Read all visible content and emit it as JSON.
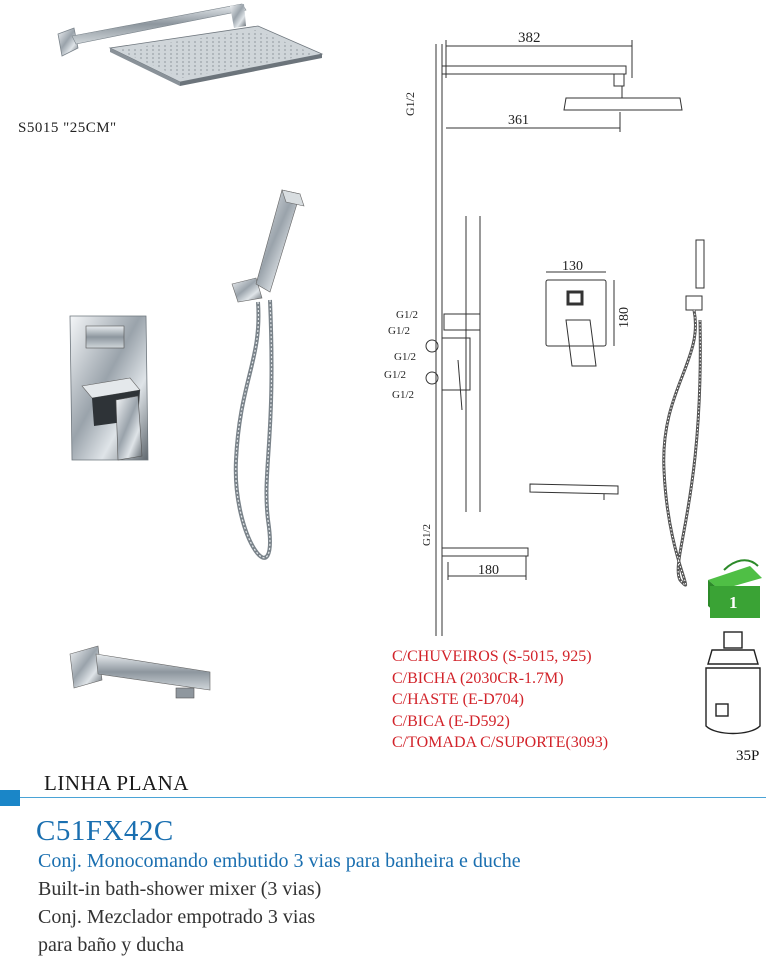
{
  "product_images": {
    "shower_head_model": "S5015 \"25CM\""
  },
  "diagram": {
    "dim_top": "382",
    "dim_arm": "361",
    "dim_panel_width": "130",
    "dim_panel_height": "180",
    "dim_spout": "180",
    "thread_top": "G1/2",
    "thread_1": "G1/2",
    "thread_2": "G1/2",
    "thread_3": "G1/2",
    "thread_4": "G1/2",
    "thread_5": "G1/2",
    "thread_bottom": "G1/2"
  },
  "components": [
    "C/CHUVEIROS (S-5015, 925)",
    "C/BICHA (2030CR-1.7M)",
    "C/HASTE (E-D704)",
    "C/BICA (E-D592)",
    "C/TOMADA C/SUPORTE(3093)"
  ],
  "cartridge": {
    "box_number": "1",
    "label": "35P"
  },
  "section": {
    "title": "LINHA PLANA"
  },
  "product": {
    "code": "C51FX42C",
    "desc_pt": "Conj. Monocomando embutido 3 vias para banheira e duche",
    "desc_en": "Built-in bath-shower mixer (3 vias)",
    "desc_es_1": "Conj. Mezclador empotrado 3 vias",
    "desc_es_2": "para baño y ducha"
  },
  "colors": {
    "accent_blue": "#1a6fb0",
    "spec_red": "#d2232a",
    "box_green": "#3aa335"
  }
}
